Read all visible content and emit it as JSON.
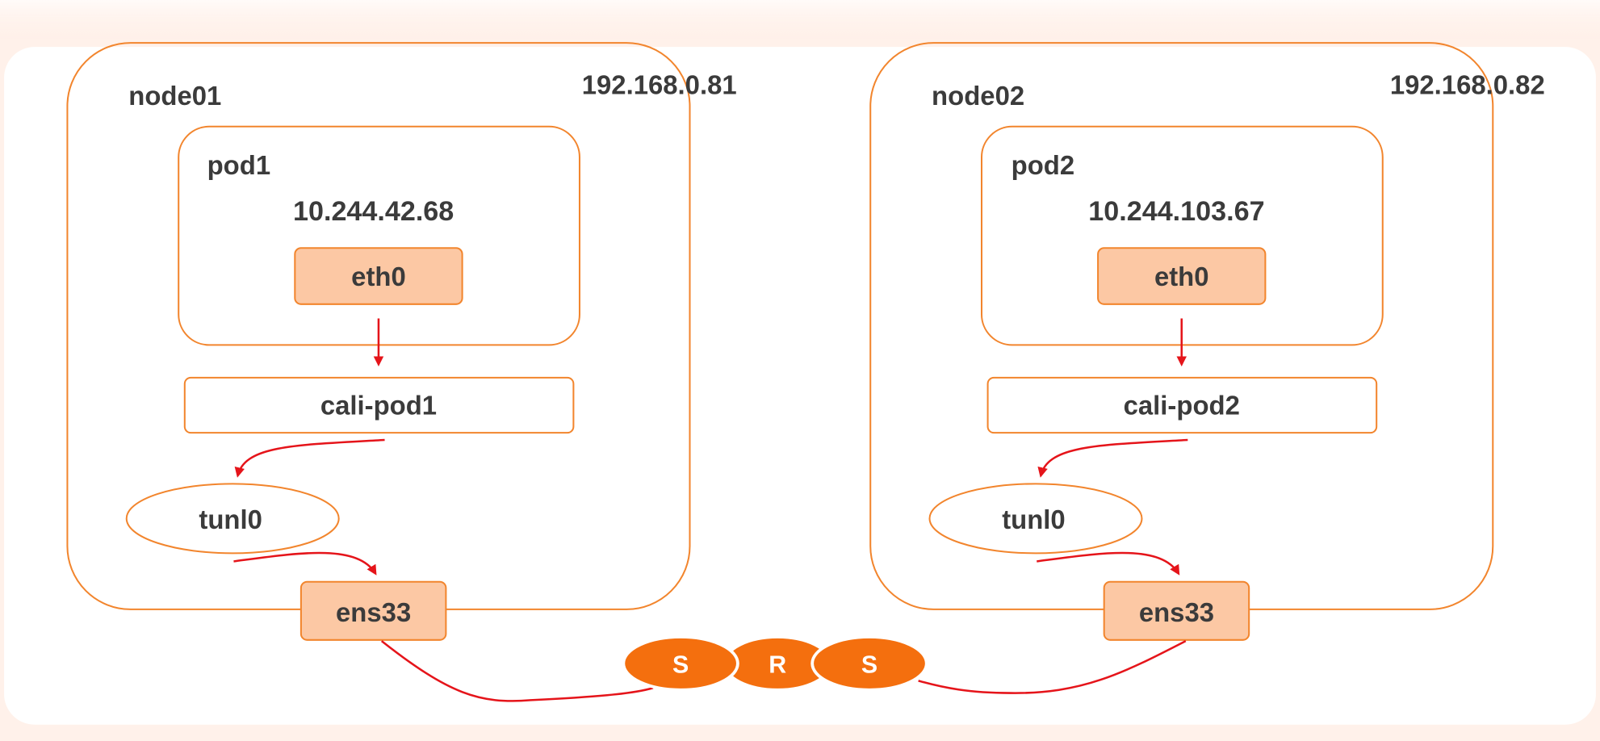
{
  "diagram": {
    "nodes": [
      {
        "name": "node01",
        "ip": "192.168.0.81",
        "pod": {
          "name": "pod1",
          "ip": "10.244.42.68",
          "interface": "eth0"
        },
        "veth": "cali-pod1",
        "tunnel": "tunl0",
        "nic": "ens33"
      },
      {
        "name": "node02",
        "ip": "192.168.0.82",
        "pod": {
          "name": "pod2",
          "ip": "10.244.103.67",
          "interface": "eth0"
        },
        "veth": "cali-pod2",
        "tunnel": "tunl0",
        "nic": "ens33"
      }
    ],
    "switch_chain": [
      "S",
      "R",
      "S"
    ],
    "colors": {
      "background": "#fff1ea",
      "panel": "#ffffff",
      "node_border": "#f2852d",
      "box_fill": "#fcc8a4",
      "arrow": "#e5141a",
      "router_fill": "#f46f0e",
      "text": "#3b3b3b"
    }
  }
}
